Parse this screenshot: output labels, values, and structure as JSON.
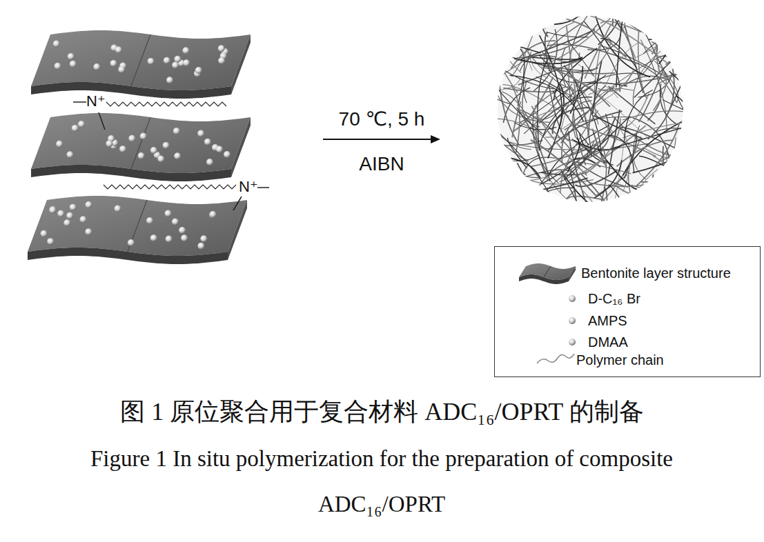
{
  "diagram": {
    "caption": "图 1 原位聚合用于复合材料 ADC₁₆/OPRT 的制备",
    "labels": [
      "N⁺",
      "N⁺",
      "70 ℃, 5 h",
      "AIBN",
      "Figure 1 In situ polymerization for the preparation of composite ADC₁₆/OPRT"
    ],
    "legend": [
      {
        "text": "Bentonite layer structure"
      },
      {
        "text": "D-C₁₆ Br"
      },
      {
        "text": "AMPS"
      },
      {
        "text": "DMAA"
      },
      {
        "text": "Polymer chain"
      }
    ]
  }
}
